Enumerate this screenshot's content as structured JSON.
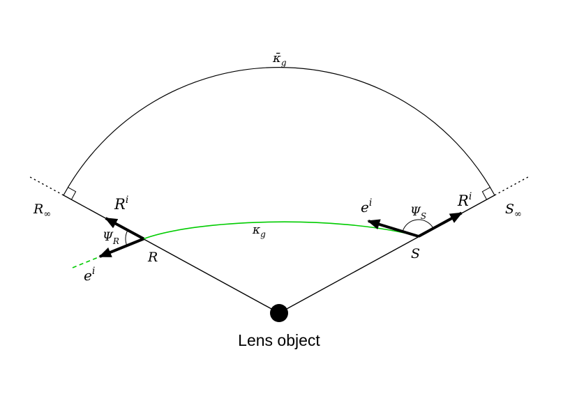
{
  "colors": {
    "stroke": "#000000",
    "geodesic": "#00cc00",
    "background": "#ffffff"
  },
  "labels": {
    "kappa_bar_g": {
      "base": "κ̄",
      "sub": "g"
    },
    "kappa_g": {
      "base": "κ",
      "sub": "g"
    },
    "r_infinity": {
      "base": "R",
      "sub": "∞"
    },
    "s_infinity": {
      "base": "S",
      "sub": "∞"
    },
    "point_r": "R",
    "point_s": "S",
    "r_vector_at_r": {
      "base": "R",
      "sup": "i"
    },
    "r_vector_at_s": {
      "base": "R",
      "sup": "i"
    },
    "e_vector_at_r": {
      "base": "e",
      "sup": "i"
    },
    "e_vector_at_s": {
      "base": "e",
      "sup": "i"
    },
    "psi_r": {
      "base": "Ψ",
      "sub": "R"
    },
    "psi_s": {
      "base": "Ψ",
      "sub": "S"
    },
    "lens_object": "Lens object"
  }
}
